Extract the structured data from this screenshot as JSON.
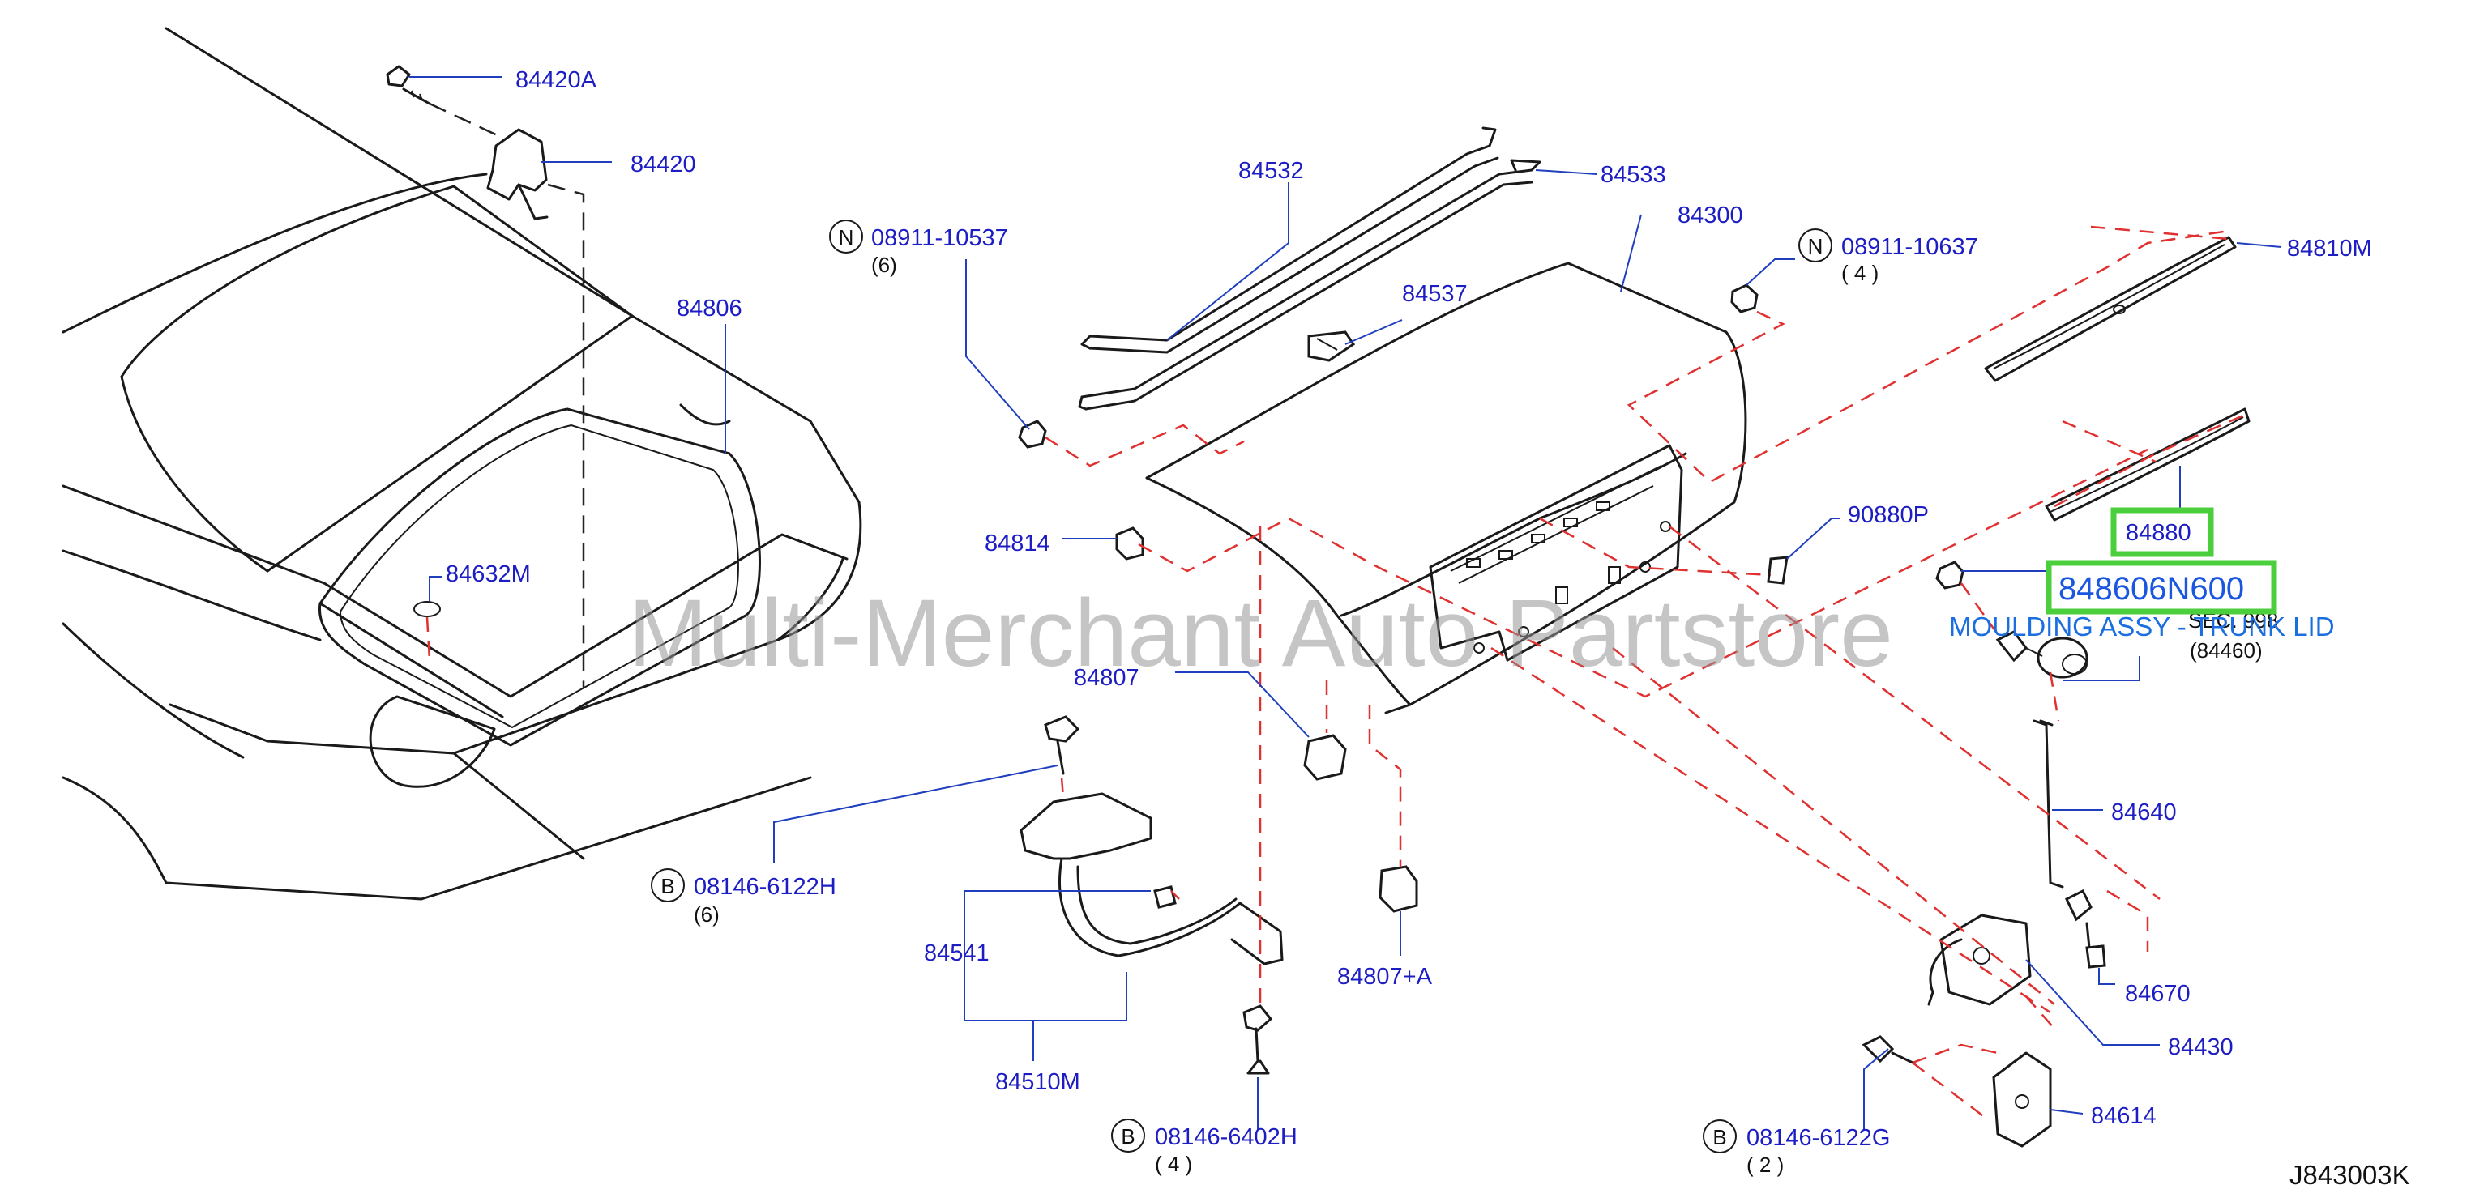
{
  "watermark": "Multi-Merchant Auto Partstore",
  "diagram_code": "J843003K",
  "highlight": {
    "part_number": "848606N600",
    "part_label": "84880",
    "description": "MOULDING ASSY - TRUNK LID"
  },
  "parts": {
    "p84420A": "84420A",
    "p84420": "84420",
    "p84806": "84806",
    "p84632M": "84632M",
    "p84532": "84532",
    "p84533": "84533",
    "p84537": "84537",
    "p84300": "84300",
    "p84810M": "84810M",
    "p84814": "84814",
    "p84807": "84807",
    "p84807A": "84807+A",
    "p84541": "84541",
    "p84510M": "84510M",
    "p90880P": "90880P",
    "p84640": "84640",
    "p84670": "84670",
    "p84430": "84430",
    "p84614": "84614",
    "sec": "SEC. 998",
    "p84460": "(84460)"
  },
  "fasteners": {
    "n1": {
      "letter": "N",
      "code": "08911-10537",
      "qty": "(6)"
    },
    "n2": {
      "letter": "N",
      "code": "08911-10637",
      "qty": "( 4 )"
    },
    "b1": {
      "letter": "B",
      "code": "08146-6122H",
      "qty": "(6)"
    },
    "b2": {
      "letter": "B",
      "code": "08146-6402H",
      "qty": "( 4 )"
    },
    "b3": {
      "letter": "B",
      "code": "08146-6122G",
      "qty": "( 2 )"
    }
  }
}
